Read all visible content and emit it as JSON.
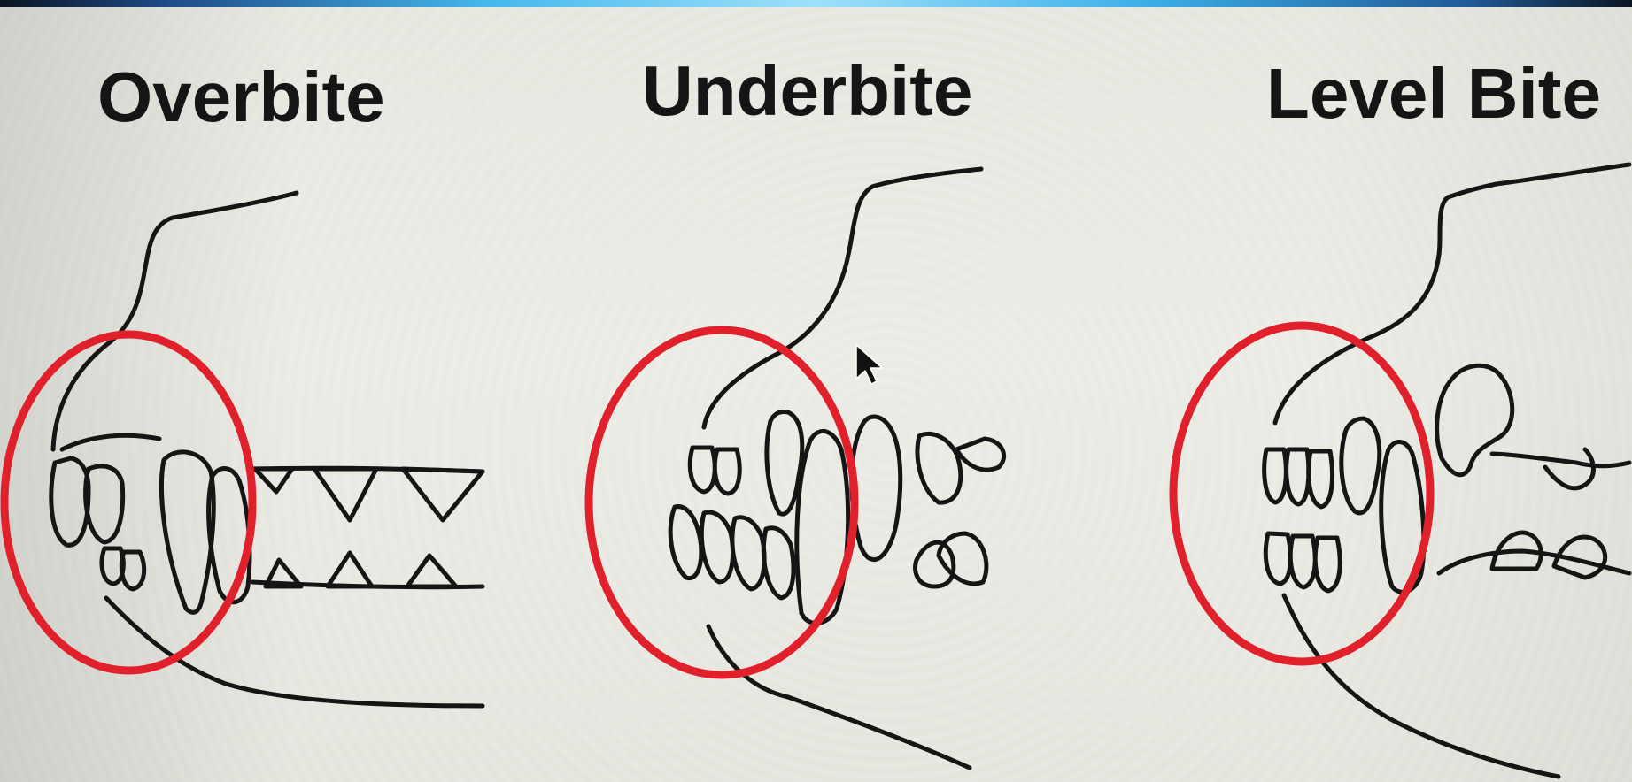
{
  "panels": [
    {
      "title": "Overbite"
    },
    {
      "title": "Underbite"
    },
    {
      "title": "Level Bite"
    }
  ],
  "colors": {
    "ink": "#151515",
    "highlight_circle": "#e0202b",
    "screen": "#e8e8e2"
  },
  "icons": {
    "cursor": "mouse-pointer-arrow"
  }
}
